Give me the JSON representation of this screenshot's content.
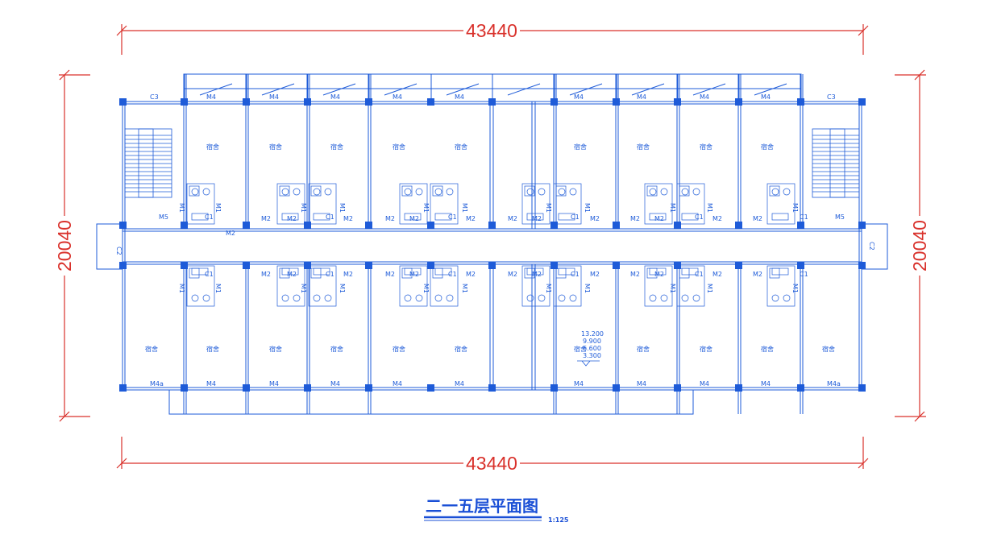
{
  "dimensions": {
    "top": "43440",
    "bottom": "43440",
    "left": "20040",
    "right": "20040"
  },
  "title": "二一五层平面图",
  "scale": "1:125",
  "colors": {
    "plan_lines": "#1e5bd8",
    "dimension_lines": "#d9312b",
    "columns": "#1e5bd8"
  },
  "labels": {
    "window_c3": "C3",
    "window_c2": "C2",
    "door_m1": "M1",
    "door_m2": "M2",
    "door_m4": "M4",
    "door_m4a": "M4a",
    "door_m5": "M5",
    "window_c1": "C1",
    "room": "宿舍"
  },
  "levels": [
    "13.200",
    "9.900",
    "6.600",
    "3.300"
  ]
}
